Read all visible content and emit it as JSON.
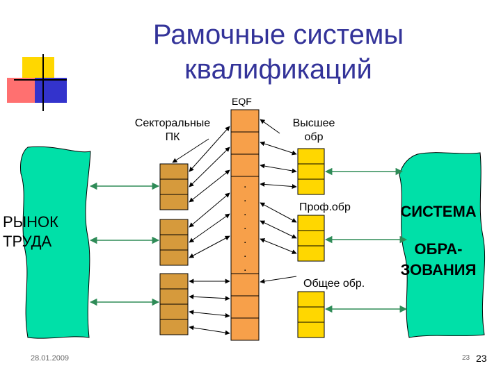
{
  "slide": {
    "title_line1": "Рамочные системы",
    "title_line2": "квалификаций",
    "date": "28.01.2009",
    "page_number_small": "23",
    "page_number": "23"
  },
  "diagram": {
    "eqf_label": "EQF",
    "sectoral_label_line1": "Секторальные",
    "sectoral_label_line2": "ПК",
    "higher_label_line1": "Высшее",
    "higher_label_line2": "обр",
    "prof_label": "Проф.обр",
    "general_label": "Общее обр.",
    "labour_market_line1": "РЫНОК",
    "labour_market_line2": "ТРУДА",
    "education_line1": "СИСТЕМА",
    "education_line2": "ОБРА-",
    "education_line3": "ЗОВАНИЯ",
    "eqf_dots": ".",
    "colors": {
      "blob_fill": "#00e0a8",
      "eqf_fill": "#f7a04a",
      "sector_fill": "#d69a3c",
      "edu_fill": "#ffd700",
      "title": "#333399",
      "arrow_green": "#2e8b57"
    }
  }
}
